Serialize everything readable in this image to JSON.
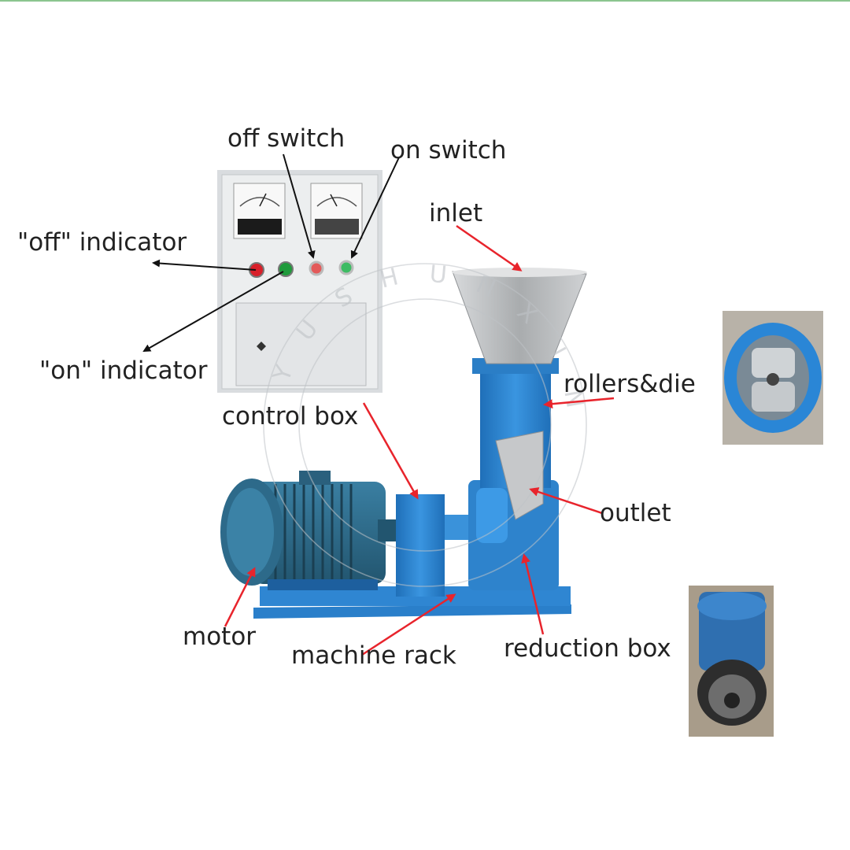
{
  "labels": {
    "off_switch": "off switch",
    "on_switch": "on switch",
    "off_indicator": "\"off\" indicator",
    "on_indicator": "\"on\" indicator",
    "inlet": "inlet",
    "rollers_die": "rollers&die",
    "control_box": "control box",
    "outlet": "outlet",
    "motor": "motor",
    "machine_rack": "machine rack",
    "reduction_box": "reduction box"
  },
  "watermark": "YUSHUNXIN",
  "colors": {
    "machine_blue": "#2f80c8",
    "machine_blue_dark": "#1d5f9e",
    "motor_blue": "#2e6e8e",
    "arrow_red": "#e8242c",
    "arrow_black": "#111111",
    "panel_gray": "#e6e8ea",
    "hopper_steel": "#b9bcbf"
  }
}
